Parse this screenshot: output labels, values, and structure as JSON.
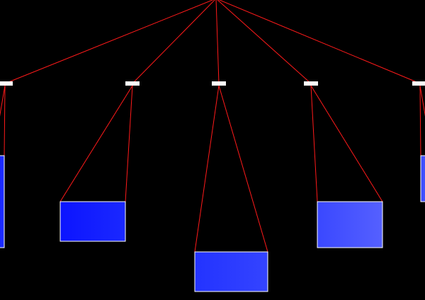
{
  "diagram": {
    "background_color": "#000000",
    "line_color": "#ff1a1a",
    "connector_color": "#ffffff",
    "panel_border_color": "#ffffff",
    "panels": [
      {
        "id": "panel-1",
        "fill_from": "#0a18ff",
        "fill_to": "#2030ff"
      },
      {
        "id": "panel-2",
        "fill_from": "#0c14ff",
        "fill_to": "#1a28ff"
      },
      {
        "id": "panel-3",
        "fill_from": "#2333ff",
        "fill_to": "#3444ff"
      },
      {
        "id": "panel-4",
        "fill_from": "#3a48ff",
        "fill_to": "#5560ff"
      },
      {
        "id": "panel-5",
        "fill_from": "#3c4cff",
        "fill_to": "#4c5cff"
      }
    ]
  }
}
